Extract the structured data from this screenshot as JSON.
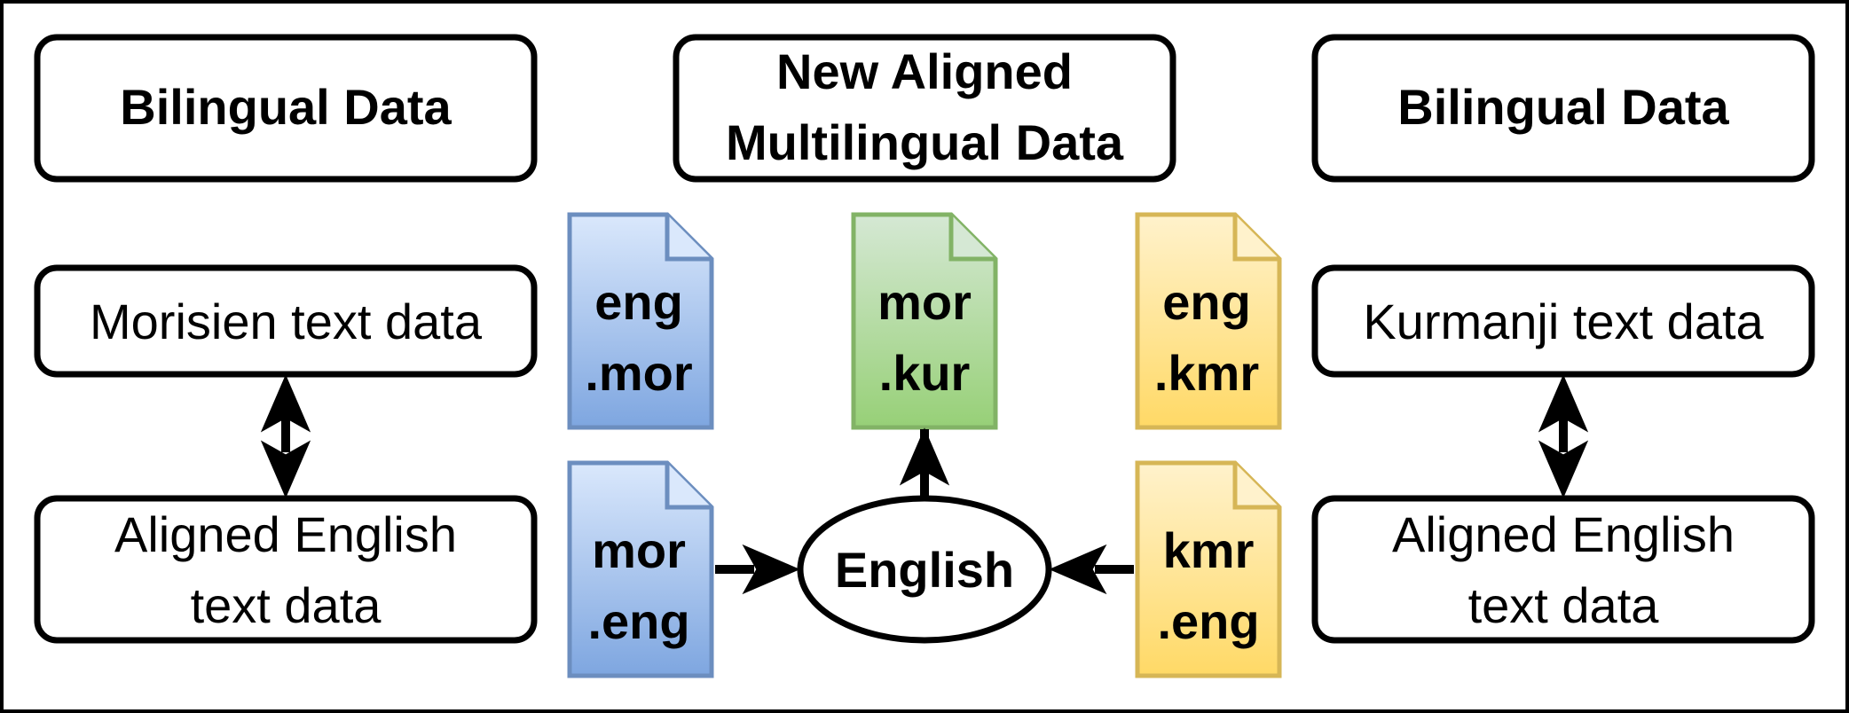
{
  "left_panel": {
    "header": "Bilingual Data",
    "top_box": "Morisien text data",
    "bottom_box": [
      "Aligned English",
      "text data"
    ]
  },
  "center_panel": {
    "header": [
      "New Aligned",
      "Multilingual Data"
    ],
    "hub_label": "English"
  },
  "right_panel": {
    "header": "Bilingual Data",
    "top_box": "Kurmanji text data",
    "bottom_box": [
      "Aligned English",
      "text data"
    ]
  },
  "files": {
    "eng_mor": {
      "label": [
        "eng",
        ".mor"
      ],
      "color": "blue"
    },
    "mor_eng": {
      "label": [
        "mor",
        ".eng"
      ],
      "color": "blue"
    },
    "mor_kur": {
      "label": [
        "mor",
        ".kur"
      ],
      "color": "green"
    },
    "eng_kmr": {
      "label": [
        "eng",
        ".kmr"
      ],
      "color": "yellow"
    },
    "kmr_eng": {
      "label": [
        "kmr",
        ".eng"
      ],
      "color": "yellow"
    }
  },
  "colors": {
    "blue_light": "#dae8fc",
    "blue_dark": "#7ea6e0",
    "blue_stroke": "#6c8ebf",
    "green_light": "#d5e8d4",
    "green_dark": "#97d077",
    "green_stroke": "#82b366",
    "yellow_light": "#fff2cc",
    "yellow_dark": "#ffd966",
    "yellow_stroke": "#d6b656"
  }
}
